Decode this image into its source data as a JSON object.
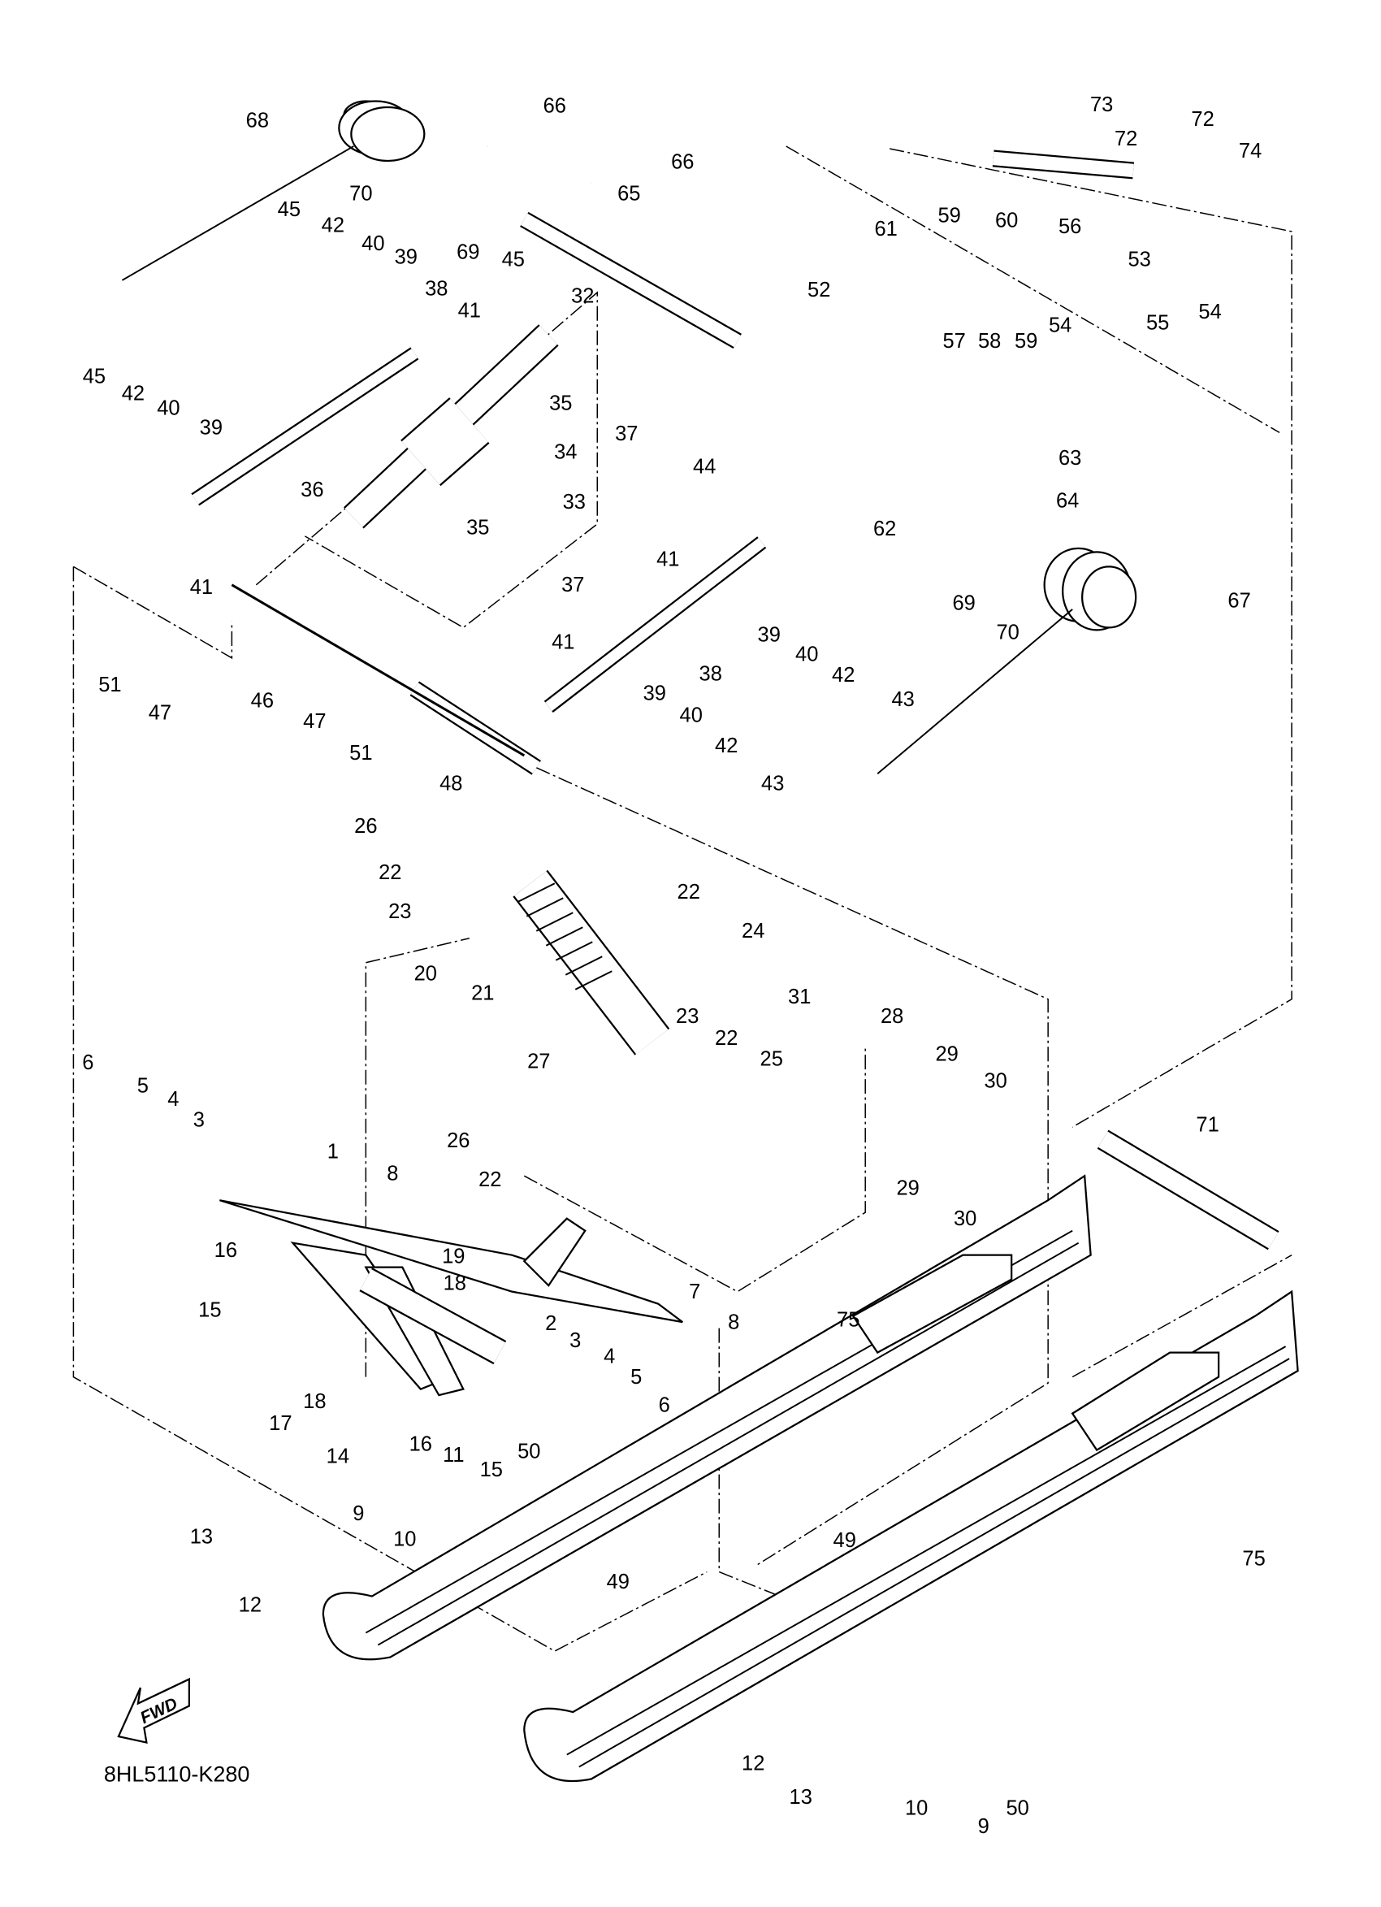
{
  "diagram_code": "8HL5110-K280",
  "fwd_logo": "FWD",
  "callouts": [
    "68",
    "66",
    "66",
    "65",
    "70",
    "69",
    "45",
    "42",
    "40",
    "39",
    "38",
    "41",
    "45",
    "32",
    "45",
    "42",
    "40",
    "39",
    "36",
    "34",
    "33",
    "35",
    "37",
    "44",
    "35",
    "41",
    "37",
    "51",
    "47",
    "46",
    "47",
    "51",
    "48",
    "41",
    "39",
    "40",
    "42",
    "43",
    "38",
    "41",
    "39",
    "40",
    "42",
    "43",
    "73",
    "72",
    "72",
    "74",
    "59",
    "60",
    "56",
    "53",
    "54",
    "54",
    "55",
    "61",
    "52",
    "57",
    "58",
    "59",
    "63",
    "64",
    "62",
    "69",
    "70",
    "67",
    "26",
    "22",
    "23",
    "22",
    "24",
    "20",
    "21",
    "31",
    "28",
    "23",
    "22",
    "25",
    "29",
    "30",
    "27",
    "26",
    "22",
    "29",
    "30",
    "6",
    "5",
    "4",
    "3",
    "1",
    "8",
    "71",
    "16",
    "19",
    "18",
    "7",
    "15",
    "8",
    "75",
    "2",
    "3",
    "4",
    "5",
    "6",
    "17",
    "18",
    "14",
    "16",
    "11",
    "15",
    "50",
    "9",
    "10",
    "13",
    "12",
    "49",
    "49",
    "75",
    "12",
    "13",
    "10",
    "9",
    "50"
  ]
}
